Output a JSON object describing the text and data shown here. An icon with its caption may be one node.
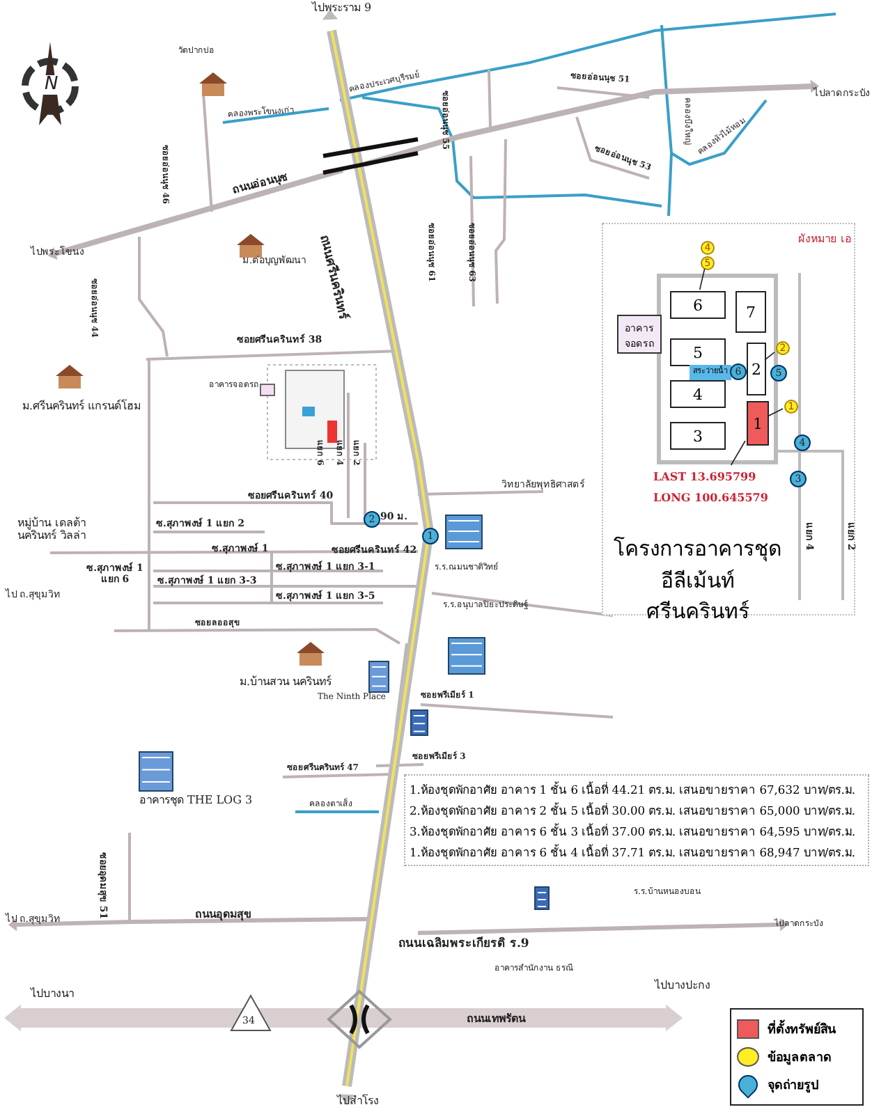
{
  "diagram": {
    "nodes": [
      {
        "text": [
          "ผังหมาย เอ",
          "โครงการอาคารชุด อีลีเม้นท์ ศรีนครินทร์"
        ]
      },
      {
        "text": [
          "6"
        ],
        "in": 0
      },
      {
        "text": [
          "7"
        ],
        "in": 0
      },
      {
        "text": [
          "5"
        ],
        "in": 0
      },
      {
        "text": [
          "2"
        ],
        "in": 0
      },
      {
        "text": [
          "สระว่ายน้ำ"
        ],
        "in": 0
      },
      {
        "text": [
          "4"
        ],
        "in": 0
      },
      {
        "text": [
          "1"
        ],
        "in": 0
      },
      {
        "text": [
          "3"
        ],
        "in": 0
      },
      {
        "text": [
          "อาคาร จอดรถ"
        ],
        "in": 0
      },
      {
        "text": [
          "LAST 13.695799",
          "LONG 100.645579"
        ],
        "in": 0
      },
      {
        "text": [
          "4"
        ],
        "in": 0
      },
      {
        "text": [
          "5"
        ],
        "in": 0
      },
      {
        "text": [
          "2"
        ],
        "in": 0
      },
      {
        "text": [
          "1"
        ],
        "in": 0
      },
      {
        "text": [
          "1.ห้องชุดพักอาศัย อาคาร 1 ชั้น 6 เนื้อที่ 44.21 ตร.ม. เสนอขายราคา 67,632 บาท/ตร.ม.",
          "2.ห้องชุดพักอาศัย อาคาร 2 ชั้น 5 เนื้อที่ 30.00 ตร.ม. เสนอขายราคา 65,000 บาท/ตร.ม.",
          "3.ห้องชุดพักอาศัย อาคาร 6 ชั้น 3 เนื้อที่ 37.00 ตร.ม. เสนอขายราคา 64,595 บาท/ตร.ม.",
          "1.ห้องชุดพักอาศัย อาคาร 6 ชั้น 4 เนื้อที่ 37.71 ตร.ม. เสนอขายราคา 68,947 บาท/ตร.ม."
        ]
      }
    ],
    "edges": [
      {
        "from": 10,
        "to": 7,
        "arrow": "none"
      },
      {
        "from": 12,
        "to": 1,
        "arrow": "none"
      },
      {
        "from": 13,
        "to": 4,
        "arrow": "none"
      },
      {
        "from": 14,
        "to": 7,
        "arrow": "none"
      }
    ],
    "labels": [
      "ไปพระราม 9",
      "วัดปากบ่อ",
      "N",
      "คลองประเวศบุรีรมย์",
      "คลองพระโขนงเก่า",
      "ซอยอ่อนนุช 46",
      "ถนนอ่อนนุช",
      "ไปพระโขนง",
      "ม.ต่อบุญพัฒนา",
      "ซอยอ่อนนุช 44",
      "ถนนศรีนครินทร์",
      "ซอยอ่อนนุช 55",
      "ซอยอ่อนนุช 51",
      "ซอยอ่อนนุช 53",
      "ซอยอ่อนนุช 61",
      "ซอยอ่อนนุช 63",
      "คลองบึงใหญ่",
      "คลองหัวไม้หอม",
      "ไปลาดกระบัง",
      "ซอยศรีนครินทร์ 38",
      "ม.ศรีนครินทร์ แกรนด์โฮม",
      "อาคารจอดรถ",
      "ซอยศรีนครินทร์ 40",
      "แยก 6",
      "แยก 4",
      "แยก 2",
      "90 ม.",
      "หมู่บ้าน เดลต้านครินทร์ วิลล่า",
      "ซ.สุภาพงษ์ 1 แยก 2",
      "ซ.สุภาพงษ์ 1",
      "ซอยศรีนครินทร์ 42",
      "ซ.สุภาพงษ์ 1 แยก 3-1",
      "ซ.สุภาพงษ์ 1 แยก 3-3",
      "ซ.สุภาพงษ์ 1 แยก 6",
      "ไป ถ.สุขุมวิท",
      "ซ.สุภาพงษ์ 1 แยก 3-5",
      "ซอยลออสุข",
      "ม.บ้านสวน นครินทร์",
      "The Ninth Place",
      "ร.ร.ณมนชาติวิทย์",
      "ร.ร.อนุบาลปิยะประดิษฐ์",
      "วิทยาลัยพุทธิศาสตร์",
      "ซอยพรีเมียร์ 1",
      "ซอยพรีเมียร์ 3",
      "ซอยศรีนครินทร์ 47",
      "อาคารชุด THE LOG 3",
      "คลองตาเส็ง",
      "ซอยอุดมสุข 51",
      "ไป ถ.สุขุมวิท",
      "ถนนอุดมสุข",
      "ถนนเฉลิมพระเกียรติ ร.9",
      "ร.ร.บ้านหนองบอน",
      "อาคารสำนักงาน ธรณี",
      "ไปลาดกระบัง",
      "ไปบางนา",
      "34",
      "ถนนเทพรัตน",
      "ไปบางปะกง",
      "ไปสำโรง",
      "แยก 4",
      "แยก 2",
      "1",
      "2",
      "3",
      "4",
      "6",
      "5"
    ],
    "legend": [
      {
        "text": "ที่ตั้งทรัพย์สิน",
        "color": "#f05a5a"
      },
      {
        "text": "ข้อมูลตลาด",
        "color": "#ffee22"
      },
      {
        "text": "จุดถ่ายรูป"
      }
    ]
  }
}
